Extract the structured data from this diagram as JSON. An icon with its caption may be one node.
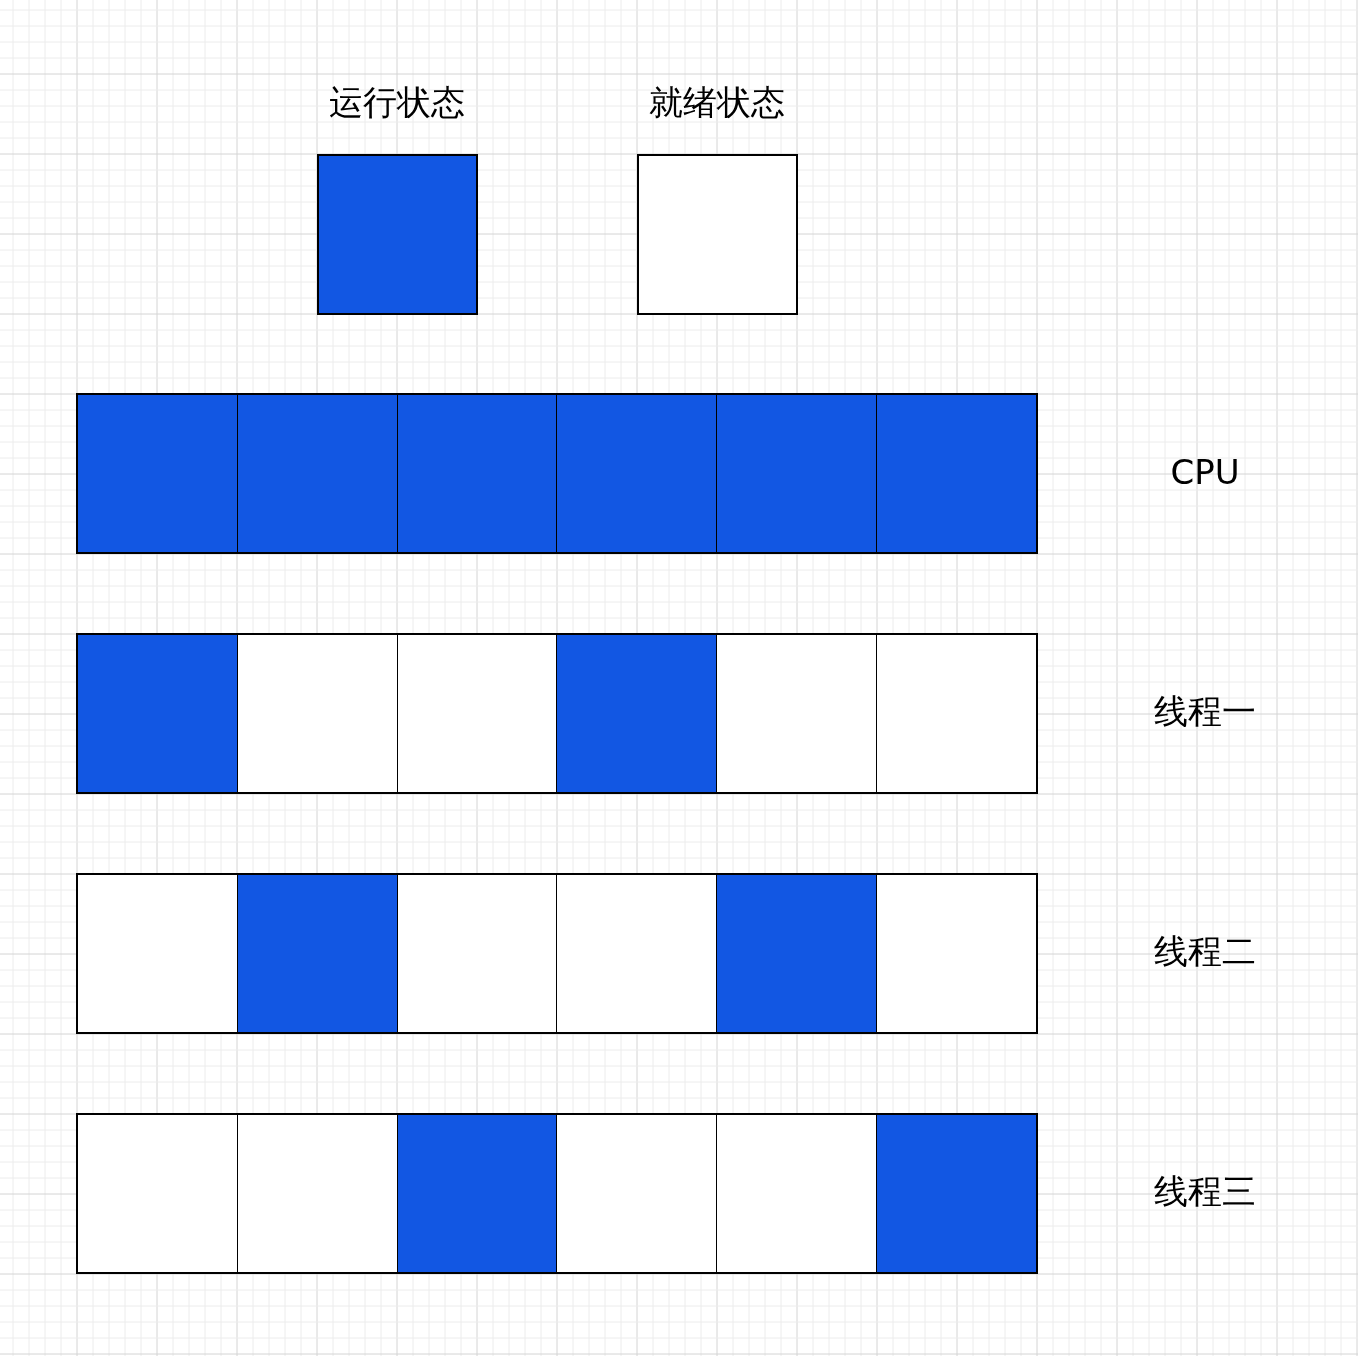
{
  "diagram": {
    "nodes": [
      {
        "text": [],
        "shape": "bar",
        "beside": [
          "CPU"
        ]
      },
      {
        "text": [],
        "shape": "bar",
        "beside": [
          "线程一"
        ]
      },
      {
        "text": [],
        "shape": "bar",
        "beside": [
          "线程二"
        ]
      },
      {
        "text": [],
        "shape": "bar",
        "beside": [
          "线程三"
        ]
      }
    ],
    "edges": [],
    "legend": [
      {
        "text": "运行状态",
        "color": "#1257e3"
      },
      {
        "text": "就绪状态",
        "color": "#ffffff"
      }
    ]
  }
}
